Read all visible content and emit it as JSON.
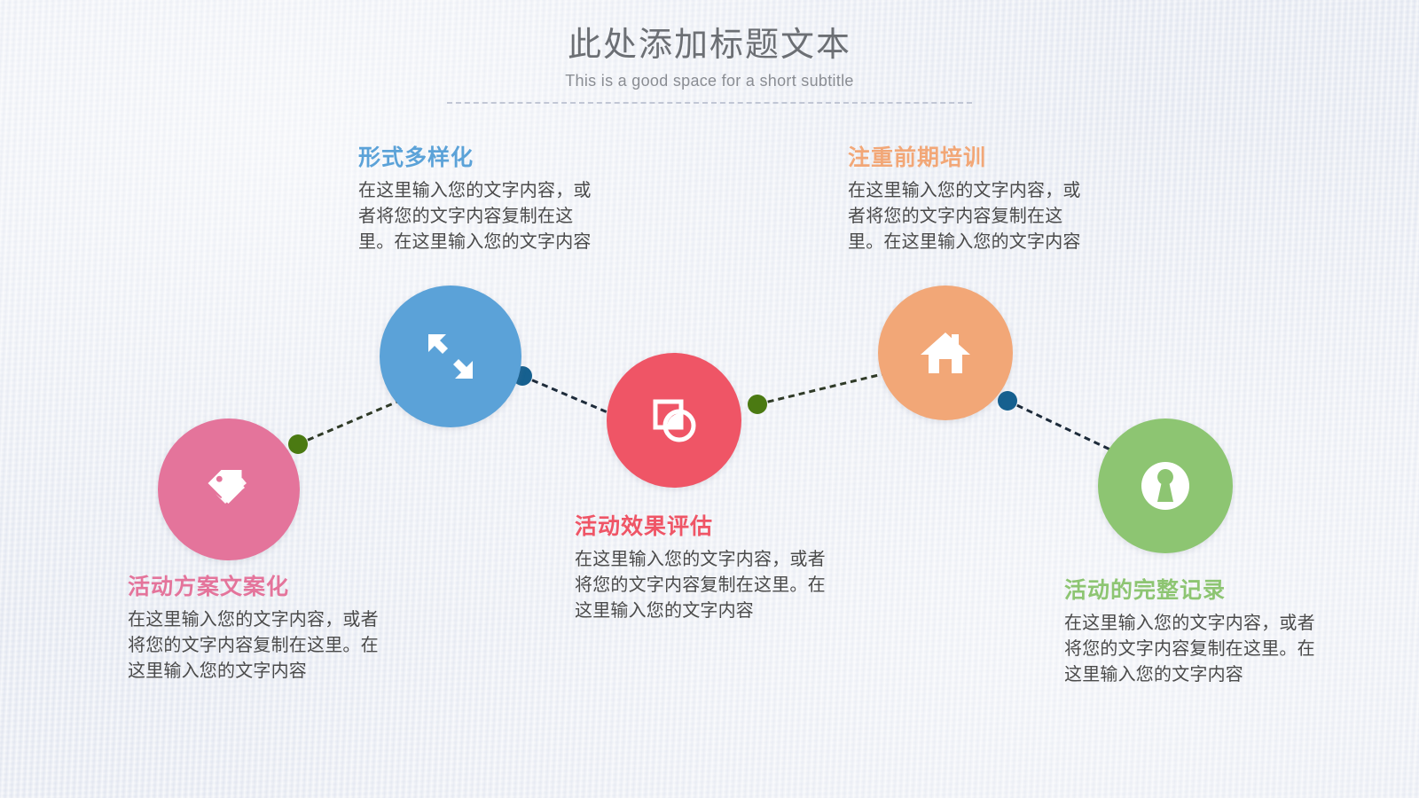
{
  "header": {
    "title": "此处添加标题文本",
    "subtitle": "This is a good space for a short subtitle",
    "title_color": "#6c6f74",
    "subtitle_color": "#8a8d93",
    "divider_color": "#b9bfcf"
  },
  "body_text_color": "#4a4a4a",
  "background_color": "#ebedf4",
  "nodes": [
    {
      "id": "node-1",
      "title": "活动方案文案化",
      "body": "在这里输入您的文字内容，或者将您的文字内容复制在这里。在这里输入您的文字内容",
      "color": "#e4749b",
      "icon": "tag-icon",
      "connector_dot_color": "#4b7a12"
    },
    {
      "id": "node-2",
      "title": "形式多样化",
      "body": "在这里输入您的文字内容，或者将您的文字内容复制在这里。在这里输入您的文字内容",
      "color": "#5ba2d8",
      "icon": "expand-arrows-icon",
      "connector_dot_color": "#16608f"
    },
    {
      "id": "node-3",
      "title": "活动效果评估",
      "body": "在这里输入您的文字内容，或者将您的文字内容复制在这里。在这里输入您的文字内容",
      "color": "#ef5566",
      "icon": "shapes-overlap-icon",
      "connector_dot_color": "#4b7a12"
    },
    {
      "id": "node-4",
      "title": "注重前期培训",
      "body": "在这里输入您的文字内容，或者将您的文字内容复制在这里。在这里输入您的文字内容",
      "color": "#f2a777",
      "icon": "home-icon",
      "connector_dot_color": "#16608f"
    },
    {
      "id": "node-5",
      "title": "活动的完整记录",
      "body": "在这里输入您的文字内容，或者将您的文字内容复制在这里。在这里输入您的文字内容",
      "color": "#8dc572",
      "icon": "keyhole-lock-icon",
      "connector_dot_color": "#16608f"
    }
  ],
  "connectors": [
    {
      "from": "node-1",
      "to": "node-2",
      "dot_color": "#4b7a12",
      "line_color": "#2f3a27"
    },
    {
      "from": "node-2",
      "to": "node-3",
      "dot_color": "#16608f",
      "line_color": "#1d2b3a"
    },
    {
      "from": "node-3",
      "to": "node-4",
      "dot_color": "#4b7a12",
      "line_color": "#2f3a27"
    },
    {
      "from": "node-4",
      "to": "node-5",
      "dot_color": "#16608f",
      "line_color": "#1d2b3a"
    }
  ]
}
